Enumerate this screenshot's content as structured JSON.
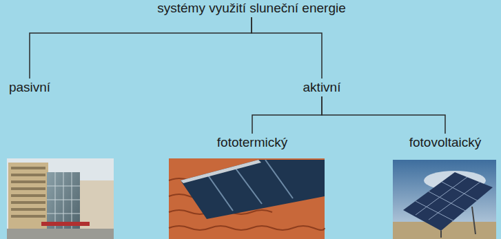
{
  "diagram": {
    "nodes": [
      {
        "text": [
          "systémy využití sluneční energie"
        ]
      },
      {
        "text": [
          "pasivní"
        ]
      },
      {
        "text": [
          "aktivní"
        ]
      },
      {
        "text": [
          "fototermický"
        ]
      },
      {
        "text": [
          "fotovoltaický"
        ]
      }
    ],
    "edges": [
      {
        "from": 0,
        "to": 1,
        "arrow": "none"
      },
      {
        "from": 0,
        "to": 2,
        "arrow": "none"
      },
      {
        "from": 2,
        "to": 3,
        "arrow": "none"
      },
      {
        "from": 2,
        "to": 4,
        "arrow": "none"
      }
    ]
  }
}
